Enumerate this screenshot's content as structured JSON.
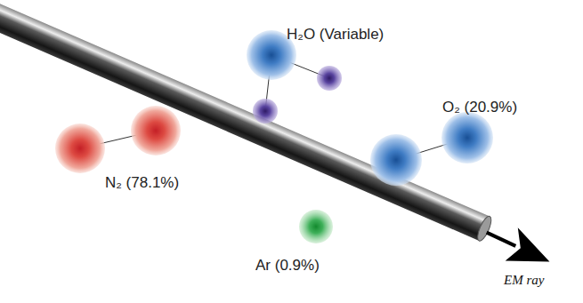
{
  "diagram": {
    "labels": [
      "H₂O (Variable)",
      "O₂ (20.9%)",
      "N₂ (78.1%)",
      "Ar (0.9%)",
      "EM ray"
    ]
  }
}
